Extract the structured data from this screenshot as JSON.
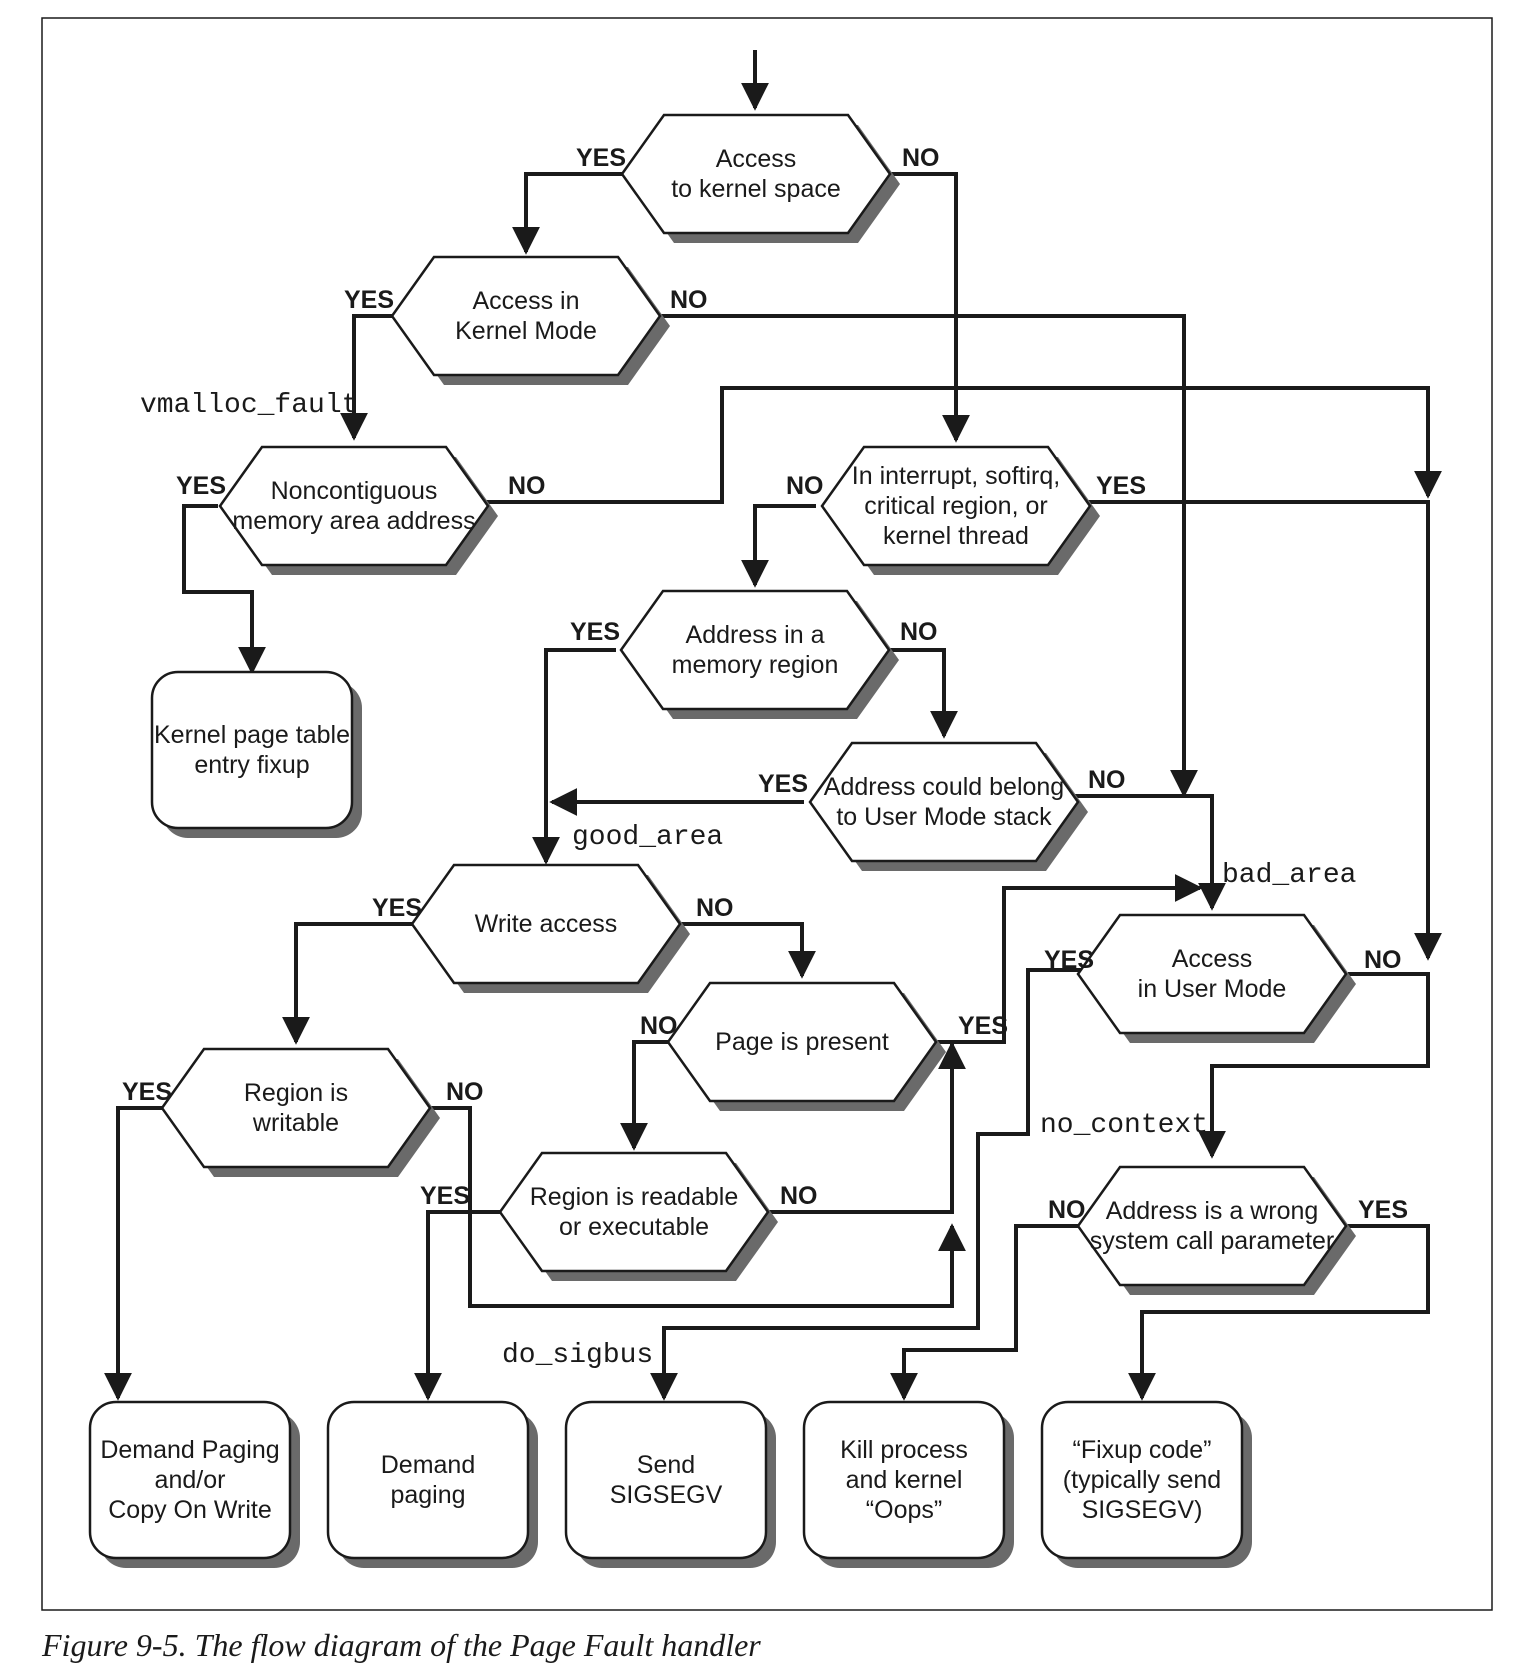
{
  "caption": "Figure 9-5. The flow diagram of the Page Fault handler",
  "yes": "YES",
  "no": "NO",
  "labels": {
    "vmalloc_fault": "vmalloc_fault",
    "good_area": "good_area",
    "bad_area": "bad_area",
    "no_context": "no_context",
    "do_sigbus": "do_sigbus"
  },
  "decisions": {
    "access_kernel_space": [
      "Access",
      "to kernel space"
    ],
    "access_kernel_mode": [
      "Access in",
      "Kernel Mode"
    ],
    "noncontiguous": [
      "Noncontiguous",
      "memory area address"
    ],
    "interrupt": [
      "In interrupt, softirq,",
      "critical region, or",
      "kernel thread"
    ],
    "address_memory_region": [
      "Address in a",
      "memory region"
    ],
    "user_mode_stack": [
      "Address could belong",
      "to User Mode stack"
    ],
    "write_access": [
      "Write access"
    ],
    "page_present": [
      "Page is present"
    ],
    "access_user_mode": [
      "Access",
      "in User Mode"
    ],
    "region_writable": [
      "Region is",
      "writable"
    ],
    "region_readable": [
      "Region is readable",
      "or executable"
    ],
    "wrong_syscall_param": [
      "Address is a wrong",
      "system call parameter"
    ]
  },
  "actions": {
    "kernel_page_table_fixup": [
      "Kernel page table",
      "entry fixup"
    ],
    "demand_paging_cow": [
      "Demand Paging",
      "and/or",
      "Copy On Write"
    ],
    "demand_paging": [
      "Demand",
      "paging"
    ],
    "send_sigsegv": [
      "Send",
      "SIGSEGV"
    ],
    "kill_process": [
      "Kill process",
      "and kernel",
      "“Oops”"
    ],
    "fixup_code": [
      "“Fixup code”",
      "(typically send",
      "SIGSEGV)"
    ]
  }
}
